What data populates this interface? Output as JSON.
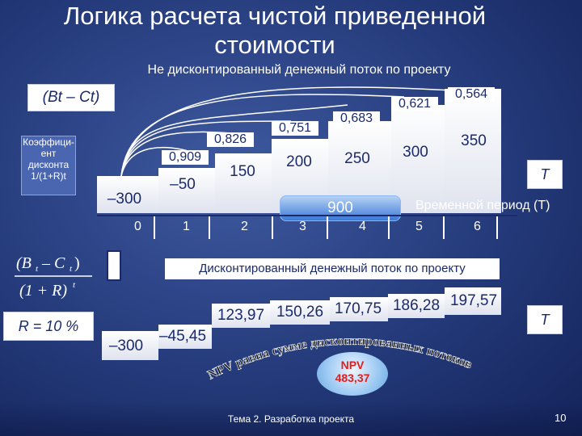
{
  "title": "Логика расчета чистой приведенной стоимости",
  "subtitle": "Не дисконтированный денежный поток по проекту",
  "flow_label": "(Bt – Ct)",
  "coef_label": "Коэффици-ент дисконта 1/(1+R)t",
  "discount_factors": [
    "0,909",
    "0,826",
    "0,751",
    "0,683",
    "0,621",
    "0,564"
  ],
  "cash_flows": [
    "–300",
    "–50",
    "150",
    "200",
    "250",
    "300",
    "350"
  ],
  "undiscounted_sum": "900",
  "periods": [
    "0",
    "1",
    "2",
    "3",
    "4",
    "5",
    "6"
  ],
  "axis_T": "T",
  "time_period_label": "Временной период (T)",
  "discounted_label": "Дисконтированный денежный поток по проекту",
  "rate_label": "R = 10 %",
  "discounted_values": [
    "–300",
    "–45,45",
    "123,97",
    "150,26",
    "170,75",
    "186,28",
    "197,57"
  ],
  "npv_curve_text": "NPV равна сумме дисконтированных потоков",
  "npv_label": "NPV",
  "npv_value": "483,37",
  "footer": "Тема 2. Разработка проекта",
  "page_number": "10",
  "colors": {
    "background": "#2c4488",
    "box": "#ffffff",
    "text_dark": "#1a2a6a",
    "npv_red": "#e02020"
  }
}
